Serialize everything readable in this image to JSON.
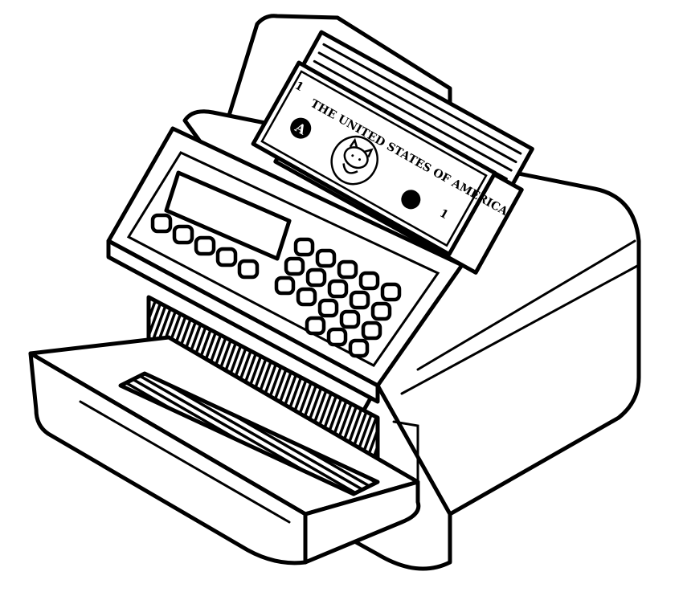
{
  "illustration": {
    "line_color": "#000000",
    "background_color": "#ffffff",
    "bill": {
      "heading": "THE UNITED STATES OF AMERICA",
      "seal_letter": "A",
      "denomination": "1"
    },
    "keypad": {
      "left_row_buttons": 5,
      "right_grid_rows": 4
    }
  }
}
